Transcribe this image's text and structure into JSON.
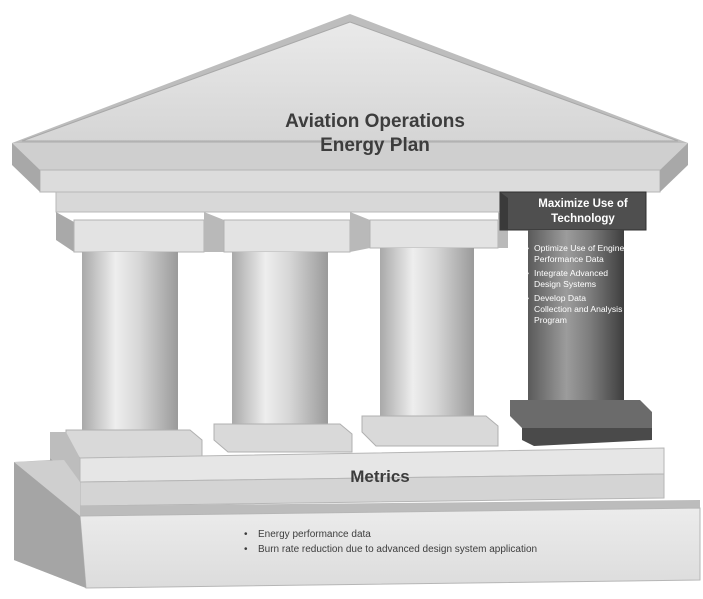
{
  "diagram": {
    "roof": {
      "title_lines": [
        "Aviation Operations",
        "Energy Plan"
      ]
    },
    "highlighted_pillar": {
      "title_lines": [
        "Maximize Use of",
        "Technology"
      ],
      "items": [
        "Optimize  Use of Engine Performance Data",
        "Integrate Advanced Design Systems",
        "Develop Data Collection and Analysis Program"
      ]
    },
    "base": {
      "title": "Metrics",
      "items": [
        "Energy performance data",
        "Burn rate reduction due to advanced design system application"
      ]
    },
    "colors": {
      "stone_light": "#e2e2e2",
      "stone_mid": "#c9c9c9",
      "stone_dark": "#9e9e9e",
      "highlight_dark": "#4a4a4a",
      "text": "#3d3d3d"
    }
  }
}
